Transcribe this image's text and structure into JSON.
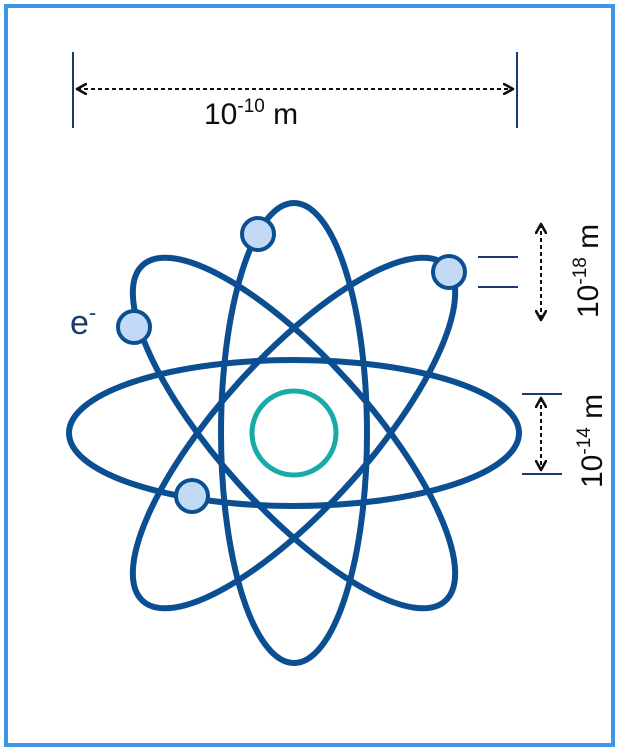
{
  "colors": {
    "frame": "#3d96e8",
    "orbit": "#0b4f92",
    "electron_fill": "#c3daf6",
    "nucleus": "#17aaa8",
    "dim_line": "#0d0d0d",
    "tick": "#1b3b6b"
  },
  "labels": {
    "atom_base": "10",
    "atom_exp": "-10",
    "atom_unit": " m",
    "electron_base": "e",
    "electron_exp": "-",
    "quark_base": "10",
    "quark_exp": "-18",
    "quark_unit": " m",
    "nucleus_base": "10",
    "nucleus_exp": "-14",
    "nucleus_unit": " m"
  }
}
